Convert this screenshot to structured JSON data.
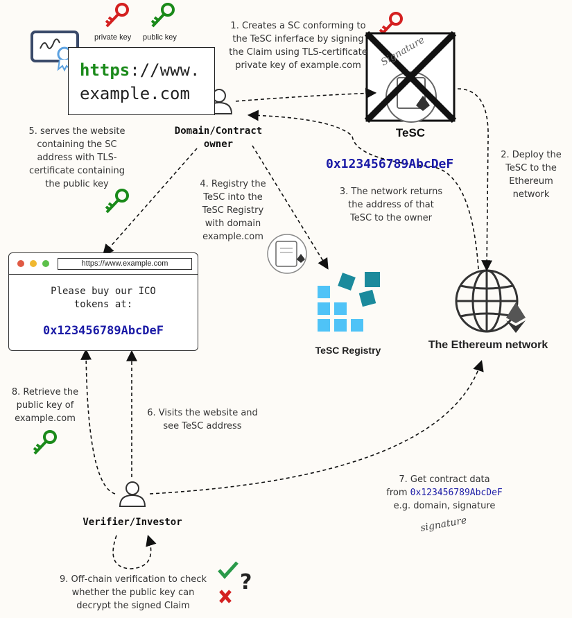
{
  "keys": {
    "private_label": "private key",
    "public_label": "public key"
  },
  "site_card": {
    "scheme": "https",
    "rest1": "://www.",
    "rest2": "example.com"
  },
  "domain_owner": {
    "label": "Domain/Contract\nowner"
  },
  "tesc": {
    "label": "TeSC",
    "address": "0x123456789AbcDeF",
    "signature_text": "Signature"
  },
  "registry": {
    "label": "TeSC Registry"
  },
  "ethereum": {
    "label": "The Ethereum network"
  },
  "browser": {
    "url": "https://www.example.com",
    "message": "Please buy our ICO\ntokens at:",
    "address": "0x123456789AbcDeF"
  },
  "verifier": {
    "label": "Verifier/Investor"
  },
  "steps": {
    "s1": "1. Creates a SC conforming to\nthe TeSC inferface by signing\nthe Claim using TLS-certificate\nprivate key of example.com",
    "s2": "2. Deploy the\nTeSC to the\nEthereum\nnetwork",
    "s3": "3. The network returns\nthe address of that\nTeSC to the owner",
    "s4": "4. Registry the\nTeSC into the\nTeSC Registry\nwith domain\nexample.com",
    "s5": "5. serves  the website\ncontaining the SC\naddress with TLS-\ncertificate containing\nthe public key",
    "s6": "6. Visits the website and\nsee TeSC address",
    "s7_line1": "7. Get contract data",
    "s7_from": "from",
    "s7_address": "0x123456789AbcDeF",
    "s7_line3": "e.g. domain, signature",
    "s8": "8. Retrieve the\npublic key of\nexample.com",
    "s9": "9. Off-chain verification to check\nwhether the public key can\ndecrypt the signed Claim"
  },
  "signature_script": "signature",
  "colors": {
    "private_key": "#d42020",
    "public_key": "#1a8a1a",
    "address": "#1a1aa6",
    "registry_light": "#4fc3f7",
    "registry_dark": "#1b8a9c"
  }
}
